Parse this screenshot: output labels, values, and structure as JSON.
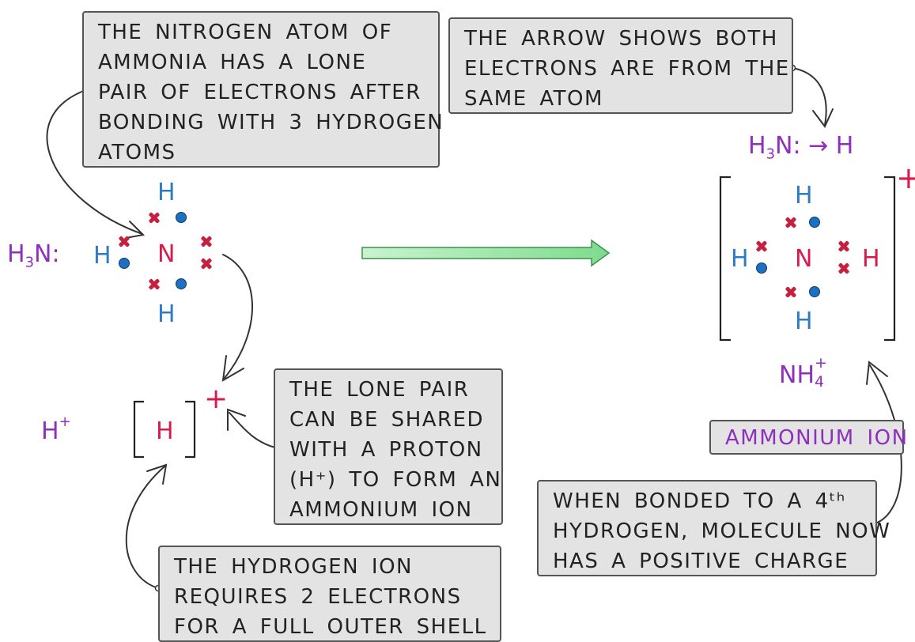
{
  "colors": {
    "purple": "#8e2fbd",
    "blue": "#2f7cc4",
    "red": "#d81b4b",
    "electron_cross": "#c5203e",
    "electron_dot": "#1d6fc0",
    "arrow_green": "#8ee39a",
    "box_fill": "#e3e3e3"
  },
  "boxes": {
    "nitrogen_lone_pair": [
      "THE NITROGEN ATOM OF",
      "AMMONIA HAS A LONE",
      "PAIR OF ELECTRONS AFTER",
      "BONDING WITH 3 HYDROGEN",
      "ATOMS"
    ],
    "arrow_meaning": [
      "THE ARROW SHOWS BOTH",
      "ELECTRONS ARE FROM THE",
      "SAME ATOM"
    ],
    "lone_pair_shared": [
      "THE LONE PAIR",
      "CAN BE SHARED",
      "WITH A PROTON",
      "(H⁺) TO FORM AN",
      "AMMONIUM ION"
    ],
    "ammonium_ion": [
      "AMMONIUM ION"
    ],
    "fourth_hydrogen": [
      "WHEN BONDED TO A 4ᵗʰ",
      "HYDROGEN, MOLECULE NOW",
      "HAS A POSITIVE CHARGE"
    ],
    "hydrogen_ion_needs": [
      "THE HYDROGEN ION",
      "REQUIRES 2 ELECTRONS",
      "FOR A FULL OUTER SHELL"
    ]
  },
  "ammonia": {
    "label_main": "H",
    "label_sub": "3",
    "label_tail": "N:",
    "center": "N",
    "hydrogens": [
      "H",
      "H",
      "H"
    ]
  },
  "proton": {
    "label_main": "H",
    "label_sup": "+",
    "atom": "H",
    "charge": "+"
  },
  "dative": {
    "left_main": "H",
    "left_sub": "3",
    "left_tail": "N: → H"
  },
  "ammonium": {
    "center": "N",
    "hydrogens": [
      "H",
      "H",
      "H",
      "H"
    ],
    "charge": "+",
    "formula_main": "NH",
    "formula_sub": "4",
    "formula_sup": "+"
  }
}
